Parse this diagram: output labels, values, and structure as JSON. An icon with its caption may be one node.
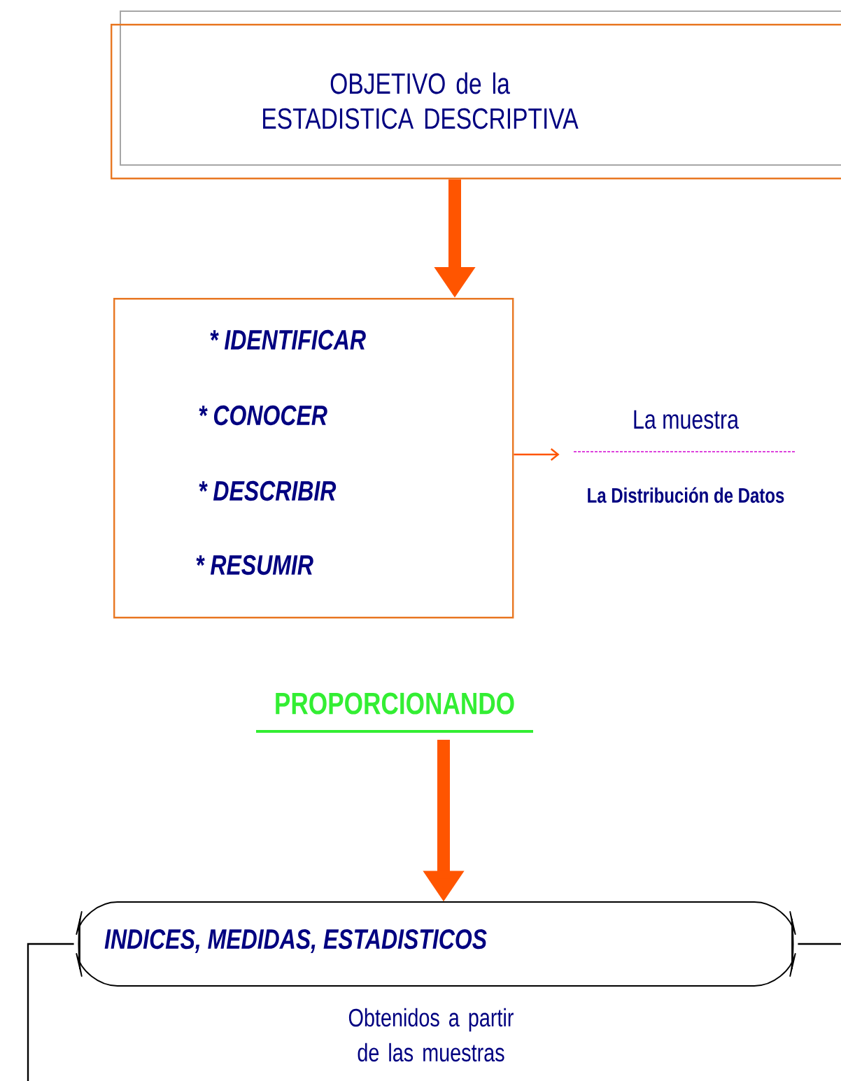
{
  "diagram": {
    "nodes": [
      {
        "text": [
          "OBJETIVO de la ESTADISTICA DESCRIPTIVA"
        ]
      },
      {
        "text": [
          "* IDENTIFICAR",
          "* CONOCER",
          "* DESCRIBIR",
          "* RESUMIR"
        ]
      },
      {
        "text": [
          "La muestra",
          "La Distribución de Datos"
        ]
      },
      {
        "text": [
          "PROPORCIONANDO"
        ]
      },
      {
        "text": [
          "INDICES, MEDIDAS, ESTADISTICOS"
        ],
        "beside": [
          "Obtenidos a partir de las muestras"
        ]
      }
    ],
    "edges": [
      {
        "from": 0,
        "to": 1,
        "arrow": "to",
        "style": "thick"
      },
      {
        "from": 1,
        "to": 2,
        "arrow": "to"
      },
      {
        "from": 3,
        "to": 4,
        "arrow": "to",
        "style": "thick"
      },
      {
        "from": 4,
        "to": null,
        "arrow": "none",
        "color": "#000000"
      },
      {
        "from": 4,
        "to": null,
        "arrow": "none",
        "color": "#000000"
      }
    ]
  }
}
